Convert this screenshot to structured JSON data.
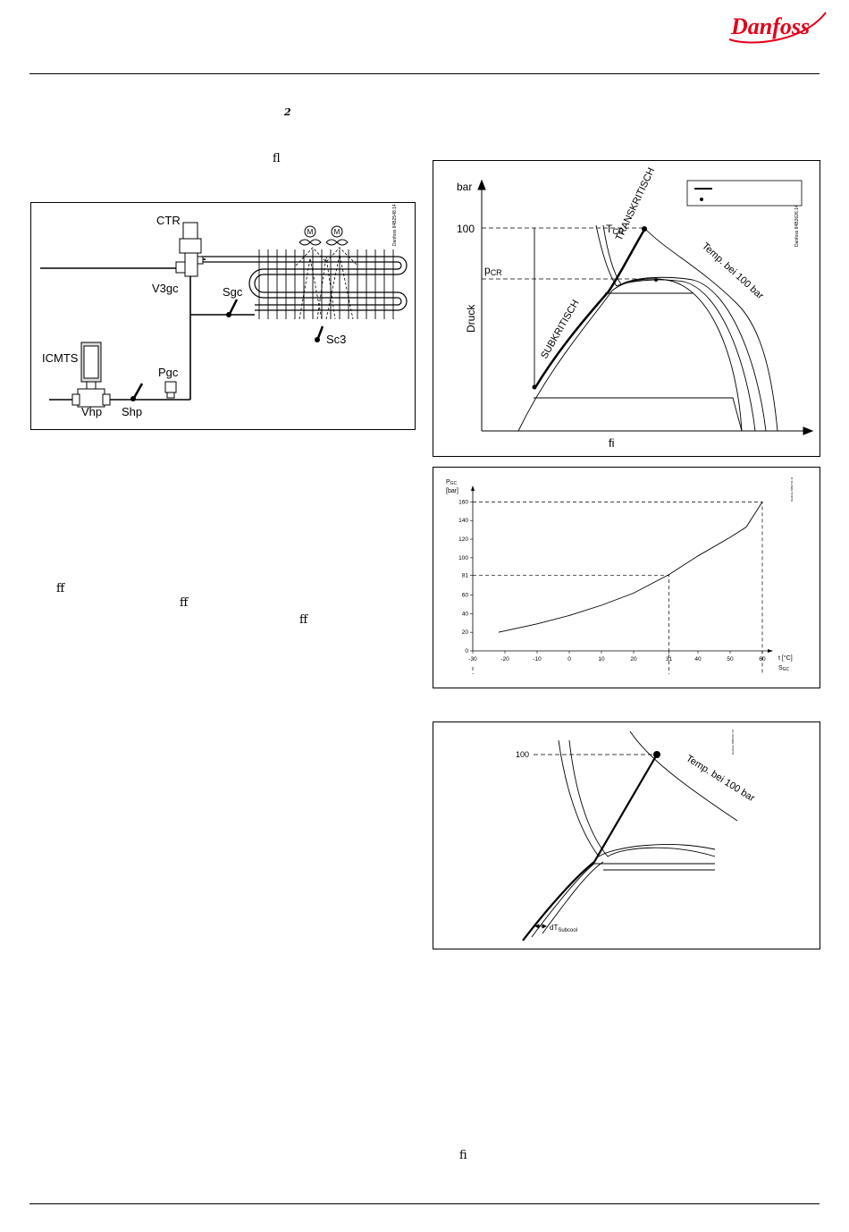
{
  "brand": {
    "name": "Danfoss",
    "color": "#e2001a"
  },
  "stray_glyphs": {
    "g1": "2",
    "g2": "ﬂ",
    "g3": "ﬀ",
    "g4": "ﬀ",
    "g5": "ﬀ",
    "g6": "ﬁ"
  },
  "diagram_system": {
    "labels": {
      "ctr": "CTR",
      "v3gc": "V3gc",
      "sgc": "Sgc",
      "sc3": "Sc3",
      "icmts": "ICMTS",
      "pgc": "Pgc",
      "vhp": "Vhp",
      "shp": "Shp",
      "motor1": "M",
      "motor2": "M",
      "ref": "Danfoss 84B2548.14"
    }
  },
  "chart_phase": {
    "labels": {
      "yaxis": "bar",
      "p100": "100",
      "tcr_main": "T",
      "tcr_sub": "CR",
      "pcr_main": "p",
      "pcr_sub": "CR",
      "druck": "Druck",
      "subkritisch": "SUBKRITISCH",
      "transkritisch": "TRANSKRITISCH",
      "temp": "Temp. bei 100 bar",
      "xaxis": "ﬁ",
      "ref": "Danfoss 84B2626.14"
    }
  },
  "chart_data": {
    "type": "line",
    "ylabel": "PGC [bar]",
    "xlabel": "t [°C] SGC",
    "xlim": [
      -30,
      60
    ],
    "ylim": [
      0,
      170
    ],
    "x_ticks": [
      -30,
      -20,
      -10,
      0,
      10,
      20,
      31,
      40,
      50,
      60
    ],
    "y_ticks": [
      0,
      20,
      40,
      60,
      81,
      100,
      120,
      140,
      160
    ],
    "series": [
      {
        "x": [
          -22,
          -10,
          0,
          10,
          20,
          31,
          40,
          50,
          55,
          60
        ],
        "y": [
          20,
          29,
          38,
          49,
          62,
          82,
          102,
          122,
          133,
          160
        ]
      }
    ],
    "reference_points": [
      {
        "x": 31,
        "y": 81
      },
      {
        "x": 60,
        "y": 160
      }
    ]
  },
  "chart_pgc": {
    "labels": {
      "ylabel_p": "P",
      "ylabel_sub": "GC",
      "ylabel_unit": "[bar]",
      "xlabel_t": "t [°C]",
      "xlabel_s": "S",
      "xlabel_sub": "GC",
      "ref": "Danfoss 84B2711.11"
    }
  },
  "chart_subcool": {
    "labels": {
      "p100": "100",
      "temp": "Temp. bei 100 bar",
      "dt": "dT",
      "dt_sub": "Subcool",
      "ref": "Danfoss 84B2627.15"
    }
  }
}
